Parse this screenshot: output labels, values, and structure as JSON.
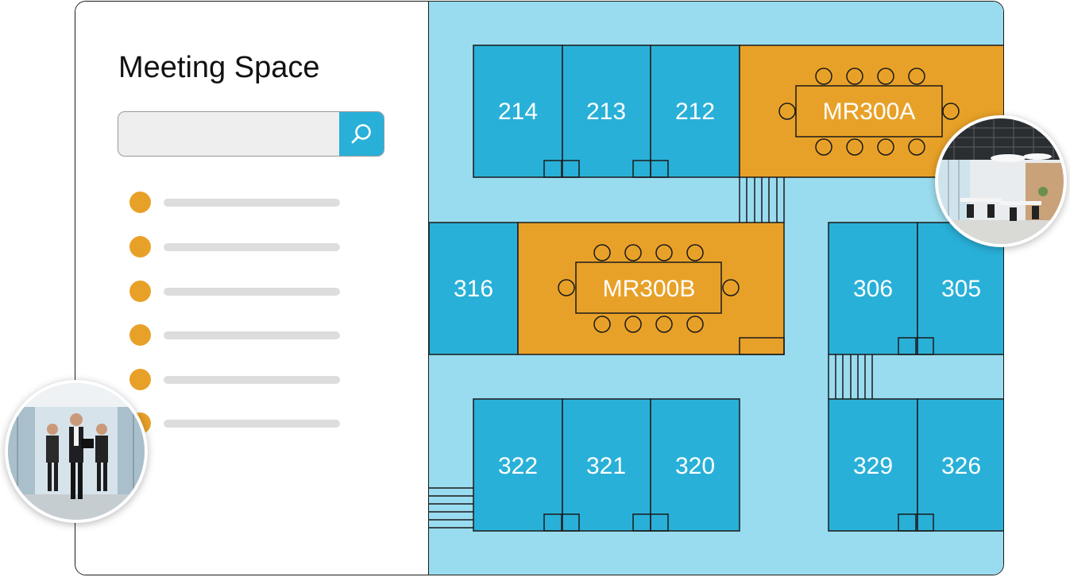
{
  "panel": {
    "title": "Meeting Space",
    "search": {
      "value": "",
      "placeholder": ""
    },
    "list_items": [
      "",
      "",
      "",
      "",
      "",
      ""
    ]
  },
  "floor_plan": {
    "rooms": {
      "r214": "214",
      "r213": "213",
      "r212": "212",
      "mr300a": "MR300A",
      "r316": "316",
      "mr300b": "MR300B",
      "r306": "306",
      "r305": "305",
      "r322": "322",
      "r321": "321",
      "r320": "320",
      "r329": "329",
      "r326": "326"
    }
  },
  "colors": {
    "office_room": "#29b0d8",
    "meeting_room": "#e8a128",
    "corridor": "#9adcef",
    "search_button": "#29b0d8",
    "list_bullet": "#e8a128"
  },
  "icons": {
    "search": "search-icon"
  },
  "photos": [
    "office-interior-photo",
    "business-people-walking-photo"
  ]
}
